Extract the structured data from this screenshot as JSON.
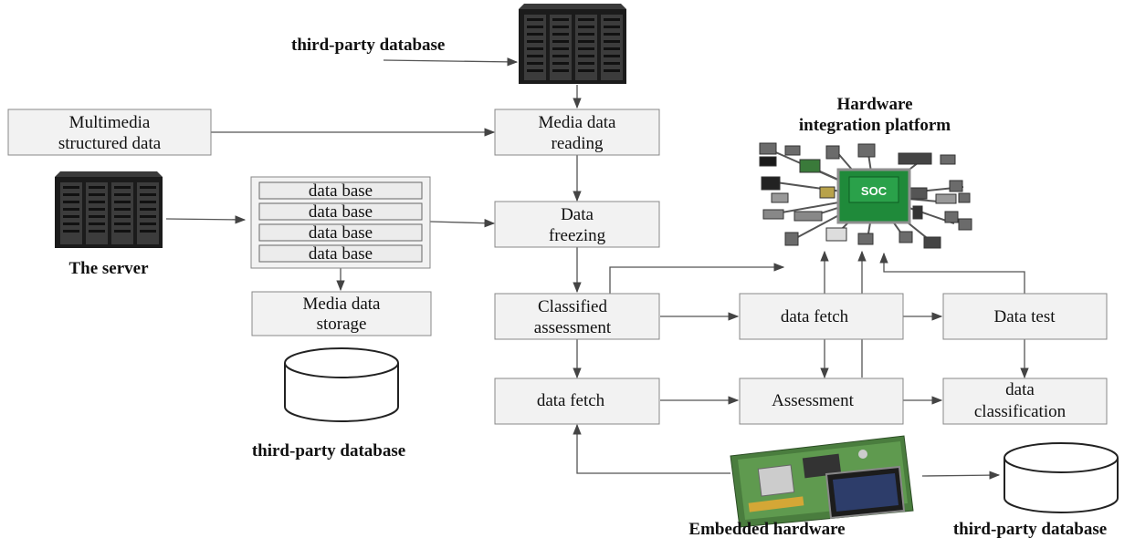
{
  "labels": {
    "top_db": "third-party database",
    "server": "The server",
    "left_db": "third-party database",
    "hw_platform_line1": "Hardware",
    "hw_platform_line2": "integration platform",
    "embedded": "Embedded hardware",
    "right_db": "third-party database",
    "soc_chip": "SOC"
  },
  "boxes": {
    "multimedia": [
      "Multimedia",
      "structured data"
    ],
    "media_reading": [
      "Media data",
      "reading"
    ],
    "data_freezing": [
      "Data",
      "freezing"
    ],
    "db_items": [
      "data base",
      "data base",
      "data base",
      "data base"
    ],
    "media_storage": [
      "Media data",
      "storage"
    ],
    "classified": [
      "Classified",
      "assessment"
    ],
    "fetch_mid": "data fetch",
    "data_test": "Data test",
    "fetch_low": "data fetch",
    "assessment": "Assessment",
    "classification": [
      "data",
      "classification"
    ]
  },
  "colors": {
    "box_fill": "#f2f2f2",
    "box_stroke": "#888888",
    "line": "#555555",
    "chip_green": "#1f8a3a",
    "rack_dark": "#1b1b1b"
  }
}
